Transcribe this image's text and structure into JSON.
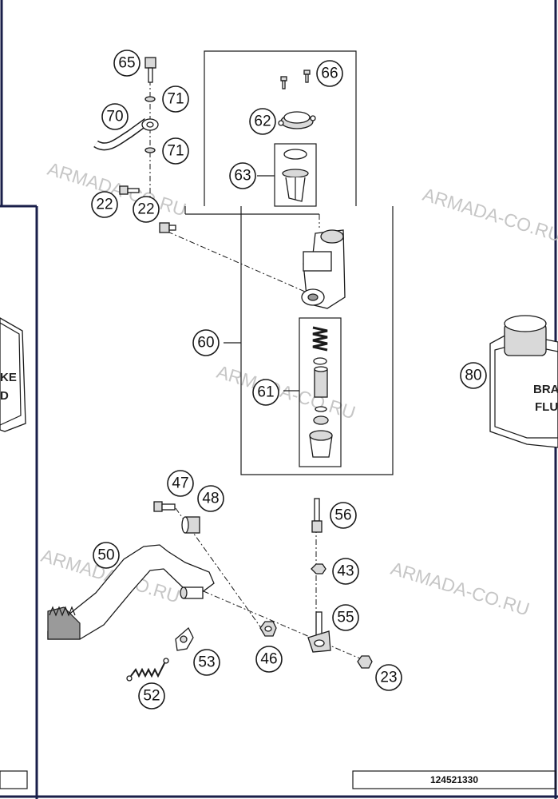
{
  "callouts": [
    "65",
    "71",
    "70",
    "71",
    "22",
    "22",
    "66",
    "62",
    "63",
    "60",
    "61",
    "80",
    "47",
    "48",
    "56",
    "50",
    "43",
    "55",
    "53",
    "46",
    "23",
    "52"
  ],
  "watermarks": [
    "ARMADA-CO.RU",
    "ARMADA-CO.RU",
    "ARMADA-CO.RU",
    "ARMADA-CO.RU",
    "ARMADA-CO.RU"
  ],
  "fluid_can_left": {
    "line1": "KE",
    "line2": "D"
  },
  "fluid_can_right": {
    "line1": "BRAK",
    "line2": "FLUI"
  },
  "diagram_code": "124521330",
  "colors": {
    "frame": "#1a1f4a",
    "line": "#1a1a1a",
    "watermark": "#bdbdbd"
  }
}
